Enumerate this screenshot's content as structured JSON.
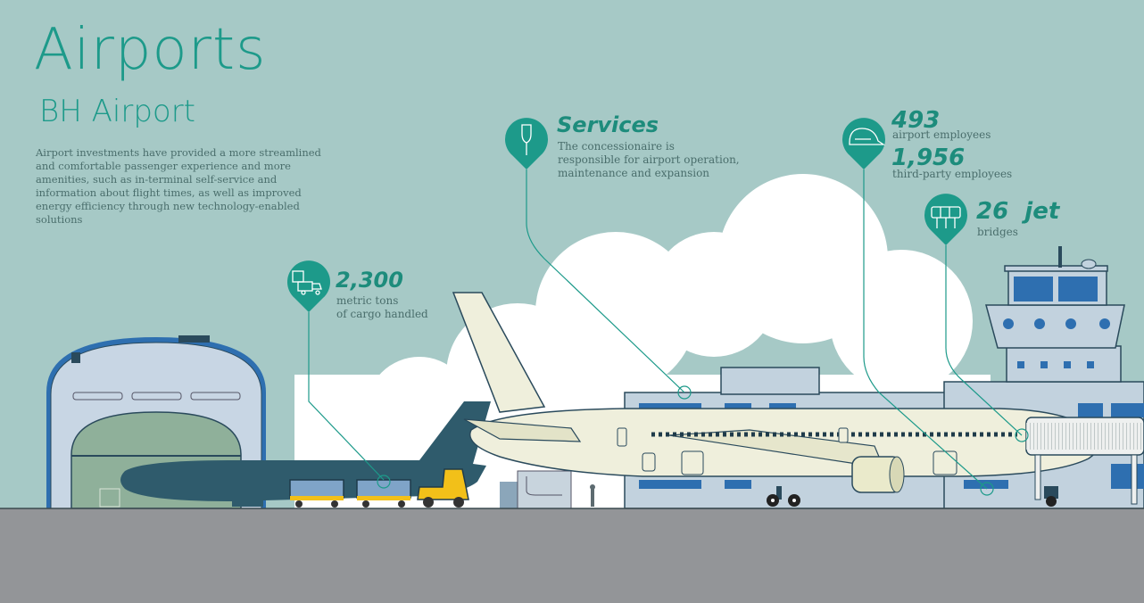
{
  "header": {
    "title": "Airports",
    "subtitle": "BH Airport",
    "intro": "Airport investments have provided a more streamlined and comfortable passenger experience and more amenities, such as in-terminal self-service and information about flight times, as well as improved energy efficiency through new technology-enabled solutions"
  },
  "callouts": {
    "cargo": {
      "value": "2,300",
      "line1": "metric tons",
      "line2": "of cargo handled",
      "icon": "cargo-truck-icon"
    },
    "services": {
      "value": "Services",
      "line1": "The concessionaire is",
      "line2": "responsible for airport operation,",
      "line3": "maintenance and expansion",
      "icon": "shovel-icon"
    },
    "employees": {
      "value": "493",
      "line1": "airport employees",
      "value2": "1,956",
      "line2": "third-party employees",
      "icon": "cap-icon"
    },
    "bridges": {
      "value": "26  jet",
      "line1": "bridges",
      "icon": "jet-bridge-icon"
    }
  },
  "colors": {
    "sky": "#a6c9c6",
    "accent": "#1d9a8a",
    "ground": "#939598",
    "building": "#c2d2de",
    "cloud": "#ffffff"
  }
}
